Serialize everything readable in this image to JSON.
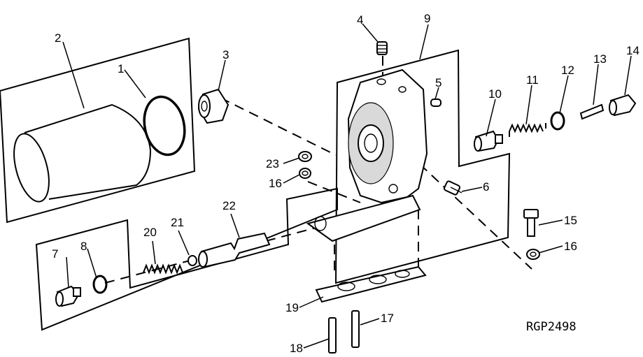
{
  "figure_code": "RGP2498",
  "callouts": {
    "c1": "1",
    "c2": "2",
    "c3": "3",
    "c4": "4",
    "c5": "5",
    "c6": "6",
    "c7": "7",
    "c8": "8",
    "c9": "9",
    "c10": "10",
    "c11": "11",
    "c12": "12",
    "c13": "13",
    "c14": "14",
    "c15": "15",
    "c16a": "16",
    "c16b": "16",
    "c17": "17",
    "c18": "18",
    "c19": "19",
    "c20": "20",
    "c21": "21",
    "c22": "22",
    "c23": "23"
  }
}
